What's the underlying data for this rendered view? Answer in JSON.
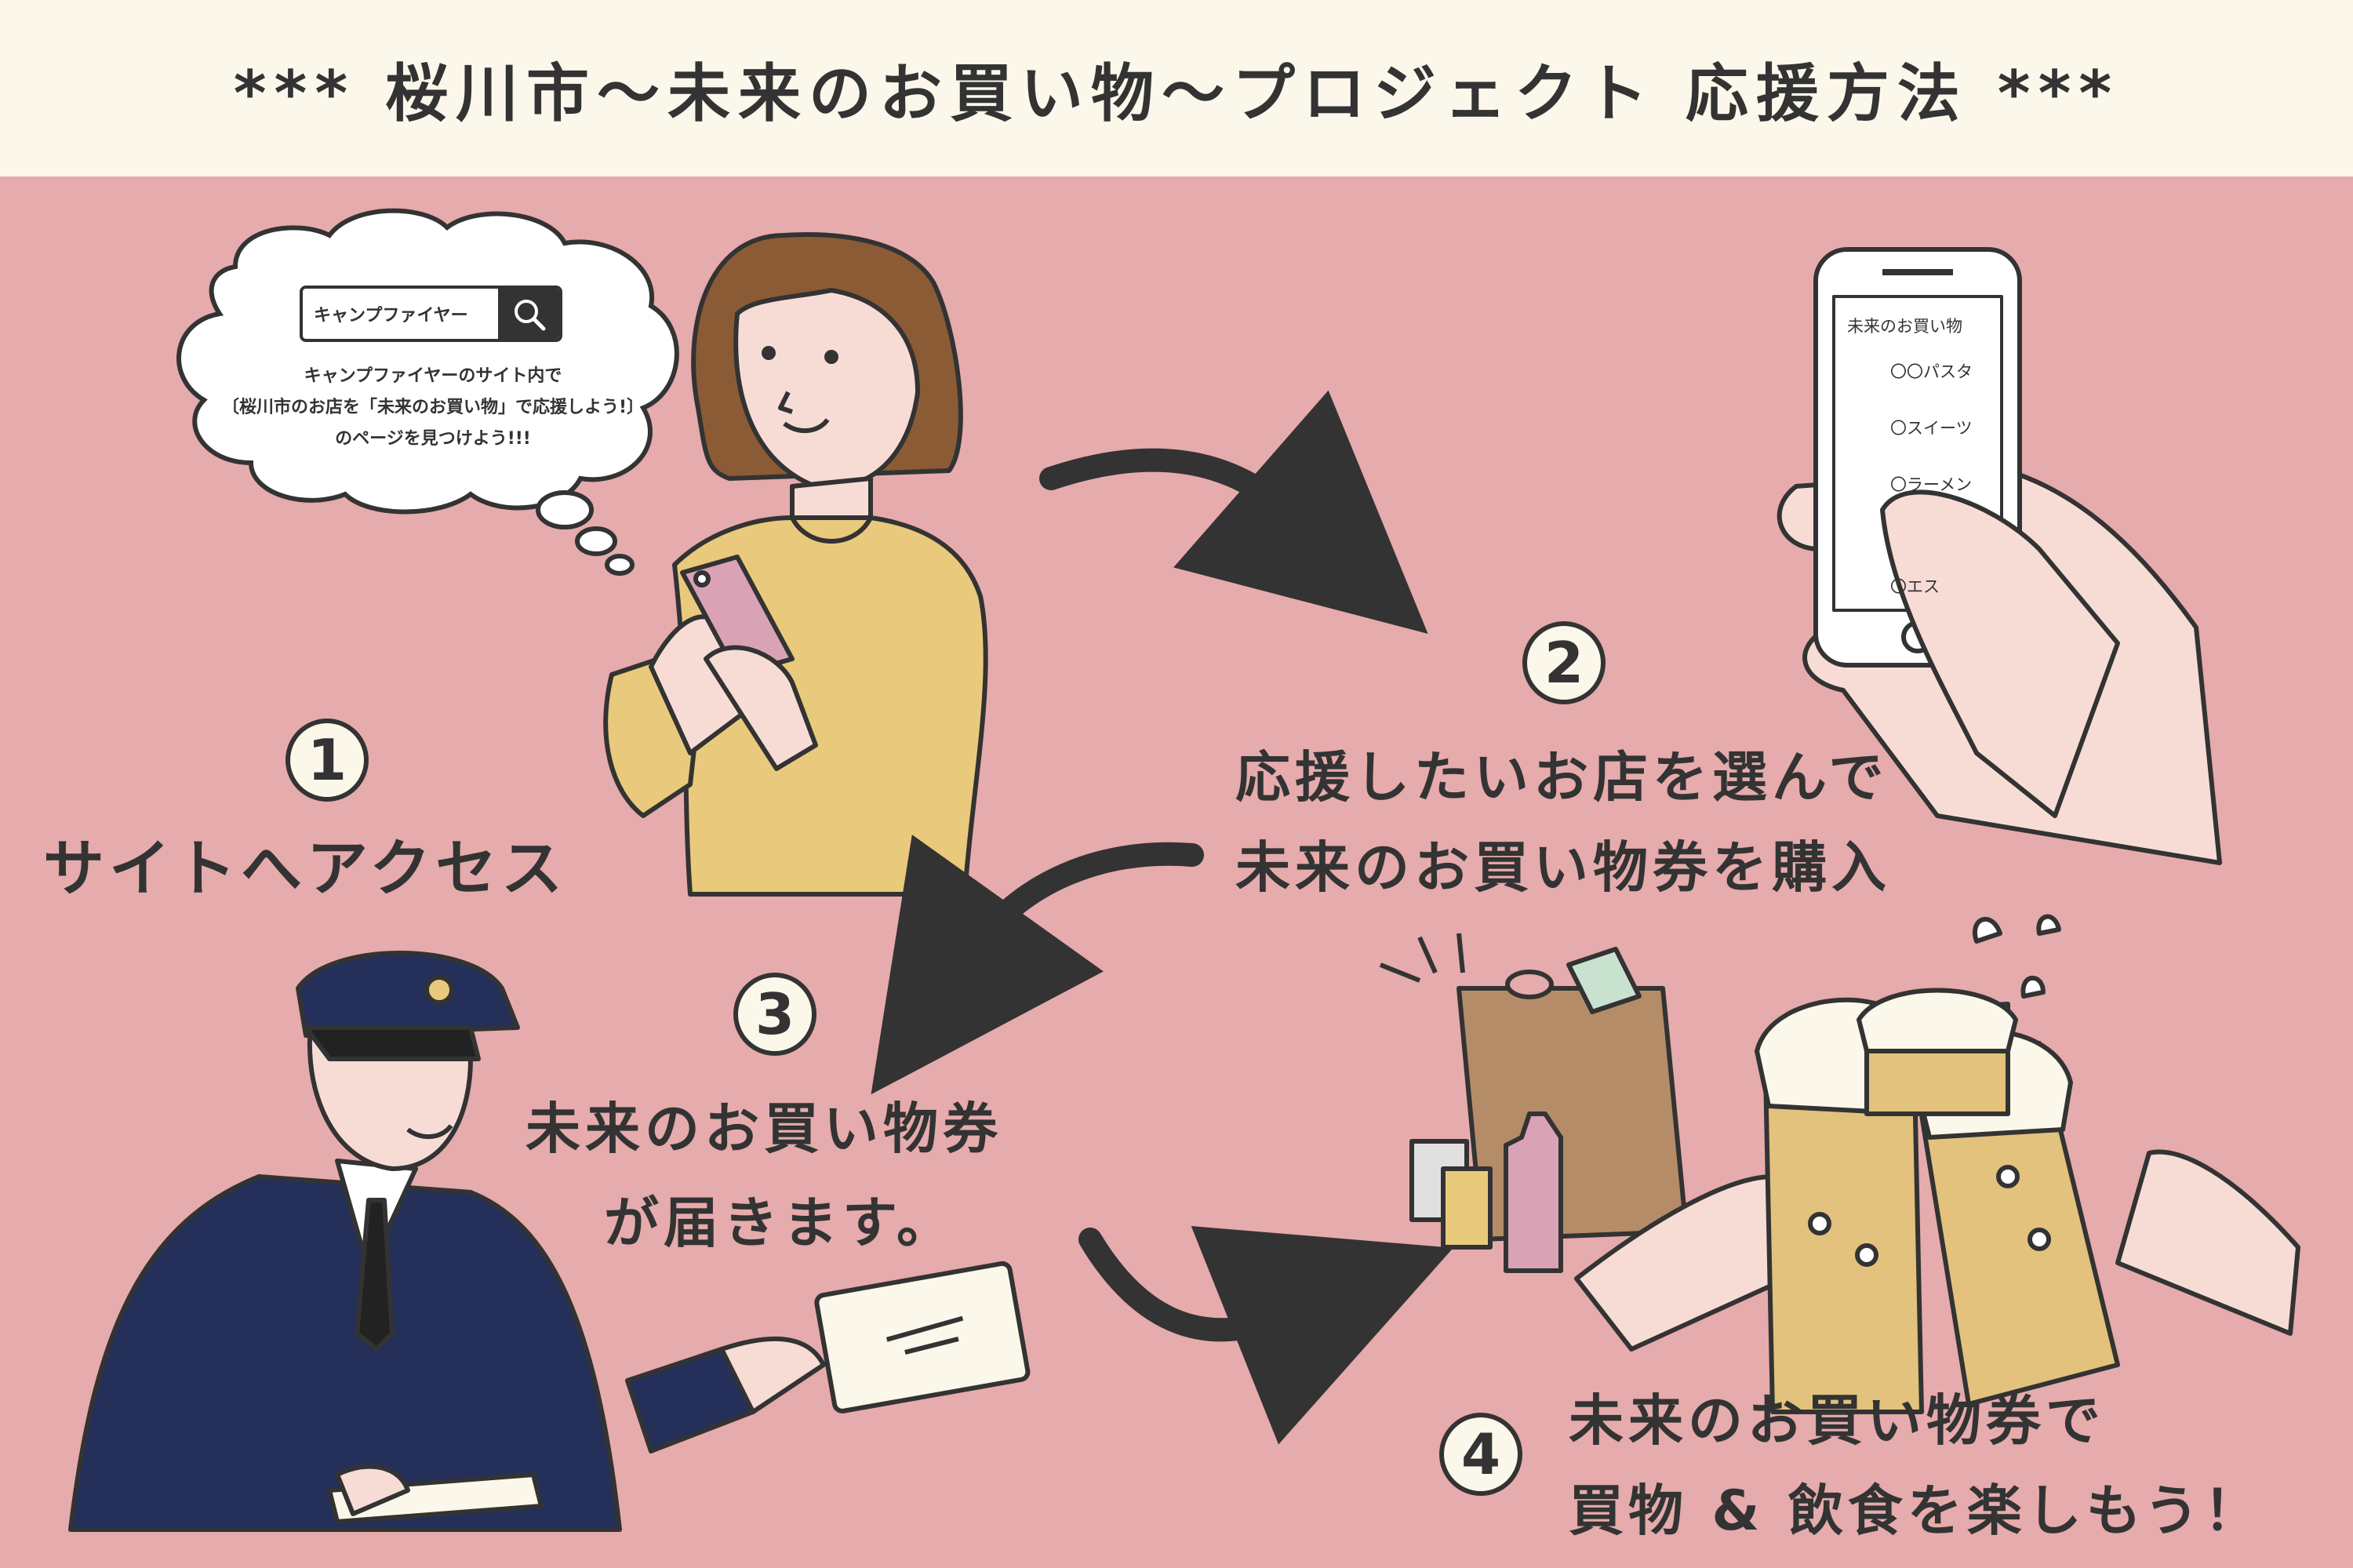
{
  "header": {
    "title": "*** 桜川市〜未来のお買い物〜プロジェクト 応援方法 ***"
  },
  "colors": {
    "header_bg": "#fbf7ea",
    "main_bg": "#e6abac",
    "ink": "#333333",
    "cream": "#fbf7ea",
    "skin": "#f7dcd6",
    "hair": "#8b5b36",
    "sweater": "#e9c97c",
    "phone_pink": "#d9a3b5",
    "navy": "#24305a",
    "beer": "#e2c27c",
    "bag": "#b48d68"
  },
  "step1": {
    "number": "1",
    "label": "サイトへアクセス",
    "search_text": "キャンプファイヤー",
    "search_icon": "search-icon",
    "bubble_lines": [
      "キャンプファイヤーのサイト内で",
      "〔桜川市のお店を「未来のお買い物」で応援しよう!〕",
      "のページを見つけよう!!!"
    ]
  },
  "step2": {
    "number": "2",
    "label_lines": [
      "応援したいお店を選んで",
      "未来のお買い物券を購入"
    ],
    "phone_title": "未来のお買い物",
    "phone_items": [
      "〇〇パスタ",
      "〇スイーツ",
      "〇ラーメン",
      "",
      "〇エス"
    ]
  },
  "step3": {
    "number": "3",
    "label_lines": [
      "未来のお買い物券",
      "が届きます。"
    ]
  },
  "step4": {
    "number": "4",
    "label_lines": [
      "未来のお買い物券で",
      "買物 & 飲食を楽しもう！"
    ]
  }
}
